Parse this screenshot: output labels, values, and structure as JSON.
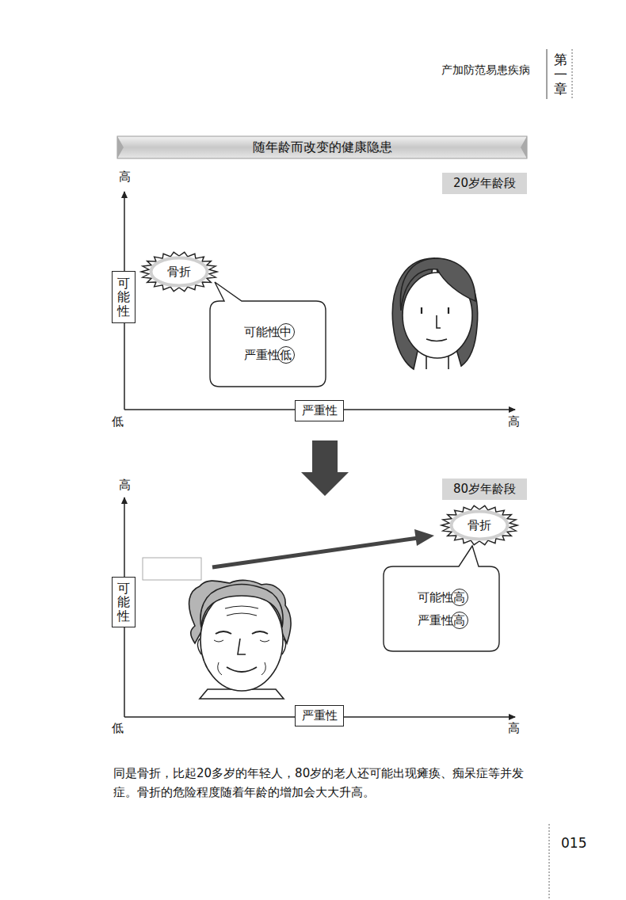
{
  "diagram": {
    "title": "随年龄而改变的健康隐患",
    "caption": "同是骨折，比起20多岁的年轻人，80岁的老人还可能出现瘫痪、痴呆症等并发症。骨折的危险程度随着年龄的增加会大大升高。",
    "nodes": [
      {
        "text": [
          "20岁年龄段"
        ]
      },
      {
        "text": [
          "骨折"
        ]
      },
      {
        "text": [
          "可能性"
        ]
      },
      {
        "text": [
          "可能性中",
          "严重性低"
        ]
      },
      {
        "text": [
          "严重性"
        ]
      },
      {
        "text": [
          "80岁年龄段"
        ]
      },
      {
        "text": [
          "骨折"
        ]
      },
      {
        "text": [
          "可能性"
        ]
      },
      {
        "text": [
          "可能性高",
          "严重性高"
        ]
      },
      {
        "text": [
          "严重性"
        ]
      }
    ],
    "labels": [
      "产加防范易患疾病",
      "第一章",
      "高",
      "低",
      "高",
      "高",
      "低",
      "高",
      "015"
    ]
  }
}
